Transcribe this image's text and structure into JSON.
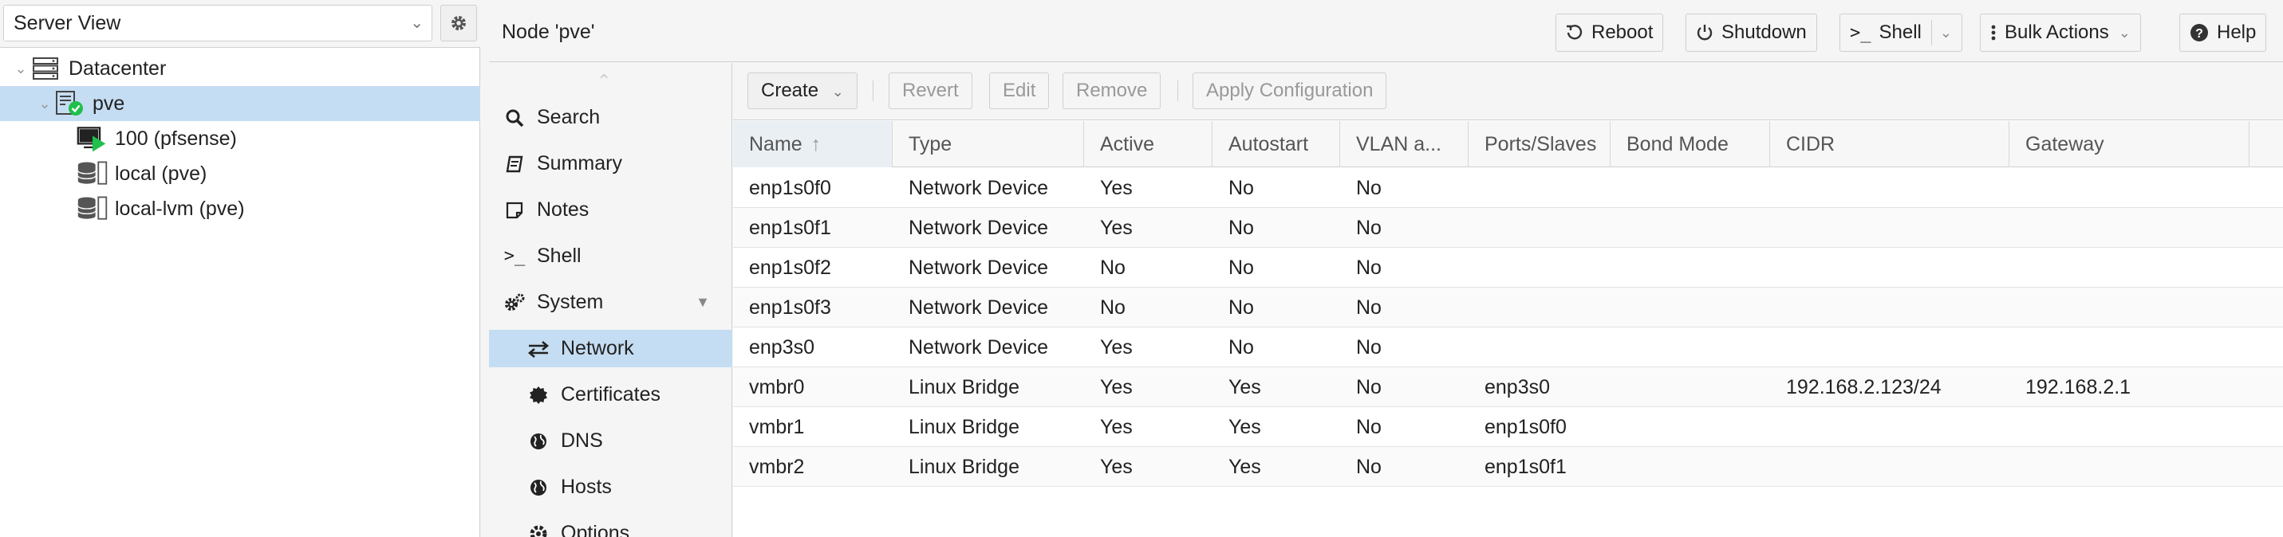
{
  "resource_view": {
    "selected_view": "Server View",
    "tree": [
      {
        "label": "Datacenter",
        "icon": "datacenter-icon",
        "depth": 0
      },
      {
        "label": "pve",
        "icon": "node-online-icon",
        "depth": 1,
        "selected": true
      },
      {
        "label": "100 (pfsense)",
        "icon": "vm-running-icon",
        "depth": 2
      },
      {
        "label": "local (pve)",
        "icon": "storage-icon",
        "depth": 2
      },
      {
        "label": "local-lvm (pve)",
        "icon": "storage-icon",
        "depth": 2
      }
    ]
  },
  "header": {
    "title": "Node 'pve'",
    "buttons": {
      "reboot": "Reboot",
      "shutdown": "Shutdown",
      "shell": "Shell",
      "bulk_actions": "Bulk Actions",
      "help": "Help"
    }
  },
  "node_menu": {
    "items": [
      {
        "label": "Search",
        "icon": "search-icon"
      },
      {
        "label": "Summary",
        "icon": "summary-icon"
      },
      {
        "label": "Notes",
        "icon": "notes-icon"
      },
      {
        "label": "Shell",
        "icon": "terminal-icon"
      },
      {
        "label": "System",
        "icon": "gears-icon"
      },
      {
        "label": "Network",
        "icon": "network-exchange-icon",
        "active": true
      },
      {
        "label": "Certificates",
        "icon": "certificate-icon"
      },
      {
        "label": "DNS",
        "icon": "globe-icon"
      },
      {
        "label": "Hosts",
        "icon": "globe-icon"
      },
      {
        "label": "Options",
        "icon": "gear-icon"
      }
    ]
  },
  "toolbar": {
    "create": "Create",
    "revert": "Revert",
    "edit": "Edit",
    "remove": "Remove",
    "apply": "Apply Configuration"
  },
  "network_grid": {
    "columns": [
      "Name",
      "Type",
      "Active",
      "Autostart",
      "VLAN a...",
      "Ports/Slaves",
      "Bond Mode",
      "CIDR",
      "Gateway"
    ],
    "sort_column": "Name",
    "rows": [
      [
        "enp1s0f0",
        "Network Device",
        "Yes",
        "No",
        "No",
        "",
        "",
        "",
        ""
      ],
      [
        "enp1s0f1",
        "Network Device",
        "Yes",
        "No",
        "No",
        "",
        "",
        "",
        ""
      ],
      [
        "enp1s0f2",
        "Network Device",
        "No",
        "No",
        "No",
        "",
        "",
        "",
        ""
      ],
      [
        "enp1s0f3",
        "Network Device",
        "No",
        "No",
        "No",
        "",
        "",
        "",
        ""
      ],
      [
        "enp3s0",
        "Network Device",
        "Yes",
        "No",
        "No",
        "",
        "",
        "",
        ""
      ],
      [
        "vmbr0",
        "Linux Bridge",
        "Yes",
        "Yes",
        "No",
        "enp3s0",
        "",
        "192.168.2.123/24",
        "192.168.2.1"
      ],
      [
        "vmbr1",
        "Linux Bridge",
        "Yes",
        "Yes",
        "No",
        "enp1s0f0",
        "",
        "",
        ""
      ],
      [
        "vmbr2",
        "Linux Bridge",
        "Yes",
        "Yes",
        "No",
        "enp1s0f1",
        "",
        "",
        ""
      ]
    ]
  },
  "colors": {
    "selection": "#c5ddf2",
    "node_ok": "#21bf4b",
    "vm_running": "#21bf4b"
  }
}
